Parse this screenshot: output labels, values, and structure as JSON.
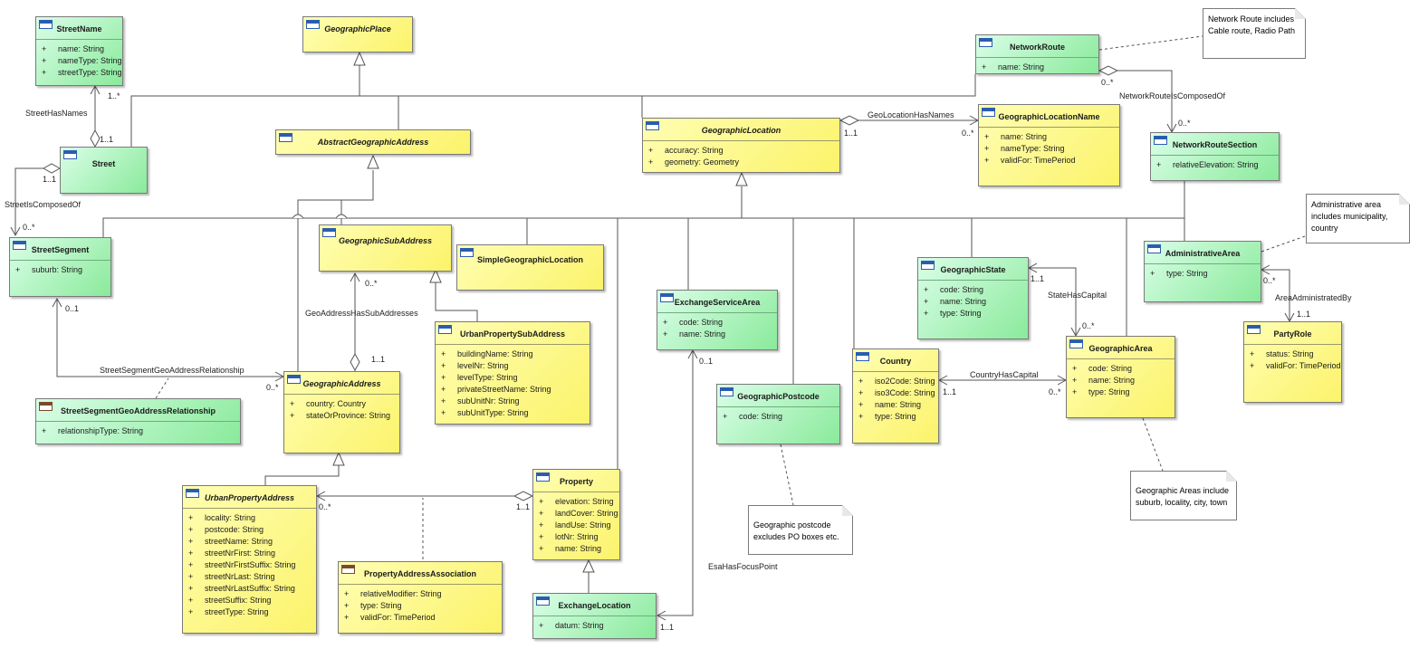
{
  "classes": {
    "streetname": {
      "name": "StreetName",
      "attrs": [
        {
          "vis": "+",
          "text": "name: String"
        },
        {
          "vis": "+",
          "text": "nameType: String"
        },
        {
          "vis": "+",
          "text": "streetType: String"
        }
      ]
    },
    "geographicplace": {
      "name": "GeographicPlace"
    },
    "networkroute": {
      "name": "NetworkRoute",
      "attrs": [
        {
          "vis": "+",
          "text": "name: String"
        }
      ]
    },
    "street": {
      "name": "Street"
    },
    "abstractgeoaddress": {
      "name": "AbstractGeographicAddress"
    },
    "geolocation": {
      "name": "GeographicLocation",
      "attrs": [
        {
          "vis": "+",
          "text": "accuracy: String"
        },
        {
          "vis": "+",
          "text": "geometry: Geometry"
        }
      ]
    },
    "geolocationname": {
      "name": "GeographicLocationName",
      "attrs": [
        {
          "vis": "+",
          "text": "name: String"
        },
        {
          "vis": "+",
          "text": "nameType: String"
        },
        {
          "vis": "+",
          "text": "validFor: TimePeriod"
        }
      ]
    },
    "networkroutesection": {
      "name": "NetworkRouteSection",
      "attrs": [
        {
          "vis": "+",
          "text": "relativeElevation: String"
        }
      ]
    },
    "streetsegment": {
      "name": "StreetSegment",
      "attrs": [
        {
          "vis": "+",
          "text": "suburb: String"
        }
      ]
    },
    "geosubaddress": {
      "name": "GeographicSubAddress"
    },
    "simplegeolocation": {
      "name": "SimpleGeographicLocation"
    },
    "exchangeservicearea": {
      "name": "ExchangeServiceArea",
      "attrs": [
        {
          "vis": "+",
          "text": "code: String"
        },
        {
          "vis": "+",
          "text": "name: String"
        }
      ]
    },
    "geostate": {
      "name": "GeographicState",
      "attrs": [
        {
          "vis": "+",
          "text": "code: String"
        },
        {
          "vis": "+",
          "text": "name: String"
        },
        {
          "vis": "+",
          "text": "type: String"
        }
      ]
    },
    "adminarea": {
      "name": "AdministrativeArea",
      "attrs": [
        {
          "vis": "+",
          "text": "type: String"
        }
      ]
    },
    "urbanpropsubaddress": {
      "name": "UrbanPropertySubAddress",
      "attrs": [
        {
          "vis": "+",
          "text": "buildingName: String"
        },
        {
          "vis": "+",
          "text": "levelNr: String"
        },
        {
          "vis": "+",
          "text": "levelType: String"
        },
        {
          "vis": "+",
          "text": "privateStreetName: String"
        },
        {
          "vis": "+",
          "text": "subUnitNr: String"
        },
        {
          "vis": "+",
          "text": "subUnitType: String"
        }
      ]
    },
    "geoaddress": {
      "name": "GeographicAddress",
      "attrs": [
        {
          "vis": "+",
          "text": "country: Country"
        },
        {
          "vis": "+",
          "text": "stateOrProvince: String"
        }
      ]
    },
    "ssgeoaddressrel": {
      "name": "StreetSegmentGeoAddressRelationship",
      "attrs": [
        {
          "vis": "+",
          "text": "relationshipType: String"
        }
      ]
    },
    "country": {
      "name": "Country",
      "attrs": [
        {
          "vis": "+",
          "text": "iso2Code: String"
        },
        {
          "vis": "+",
          "text": "iso3Code: String"
        },
        {
          "vis": "+",
          "text": "name: String"
        },
        {
          "vis": "+",
          "text": "type: String"
        }
      ]
    },
    "geoarea": {
      "name": "GeographicArea",
      "attrs": [
        {
          "vis": "+",
          "text": "code: String"
        },
        {
          "vis": "+",
          "text": "name: String"
        },
        {
          "vis": "+",
          "text": "type: String"
        }
      ]
    },
    "partyrole": {
      "name": "PartyRole",
      "attrs": [
        {
          "vis": "+",
          "text": "status: String"
        },
        {
          "vis": "+",
          "text": "validFor: TimePeriod"
        }
      ]
    },
    "geopostcode": {
      "name": "GeographicPostcode",
      "attrs": [
        {
          "vis": "+",
          "text": "code: String"
        }
      ]
    },
    "urbanpropaddress": {
      "name": "UrbanPropertyAddress",
      "attrs": [
        {
          "vis": "+",
          "text": "locality: String"
        },
        {
          "vis": "+",
          "text": "postcode: String"
        },
        {
          "vis": "+",
          "text": "streetName: String"
        },
        {
          "vis": "+",
          "text": "streetNrFirst: String"
        },
        {
          "vis": "+",
          "text": "streetNrFirstSuffix: String"
        },
        {
          "vis": "+",
          "text": "streetNrLast: String"
        },
        {
          "vis": "+",
          "text": "streetNrLastSuffix: String"
        },
        {
          "vis": "+",
          "text": "streetSuffix: String"
        },
        {
          "vis": "+",
          "text": "streetType: String"
        }
      ]
    },
    "property": {
      "name": "Property",
      "attrs": [
        {
          "vis": "+",
          "text": "elevation: String"
        },
        {
          "vis": "+",
          "text": "landCover: String"
        },
        {
          "vis": "+",
          "text": "landUse: String"
        },
        {
          "vis": "+",
          "text": "lotNr: String"
        },
        {
          "vis": "+",
          "text": "name: String"
        }
      ]
    },
    "propaddrassoc": {
      "name": "PropertyAddressAssociation",
      "attrs": [
        {
          "vis": "+",
          "text": "relativeModifier: String"
        },
        {
          "vis": "+",
          "text": "type: String"
        },
        {
          "vis": "+",
          "text": "validFor: TimePeriod"
        }
      ]
    },
    "exchangelocation": {
      "name": "ExchangeLocation",
      "attrs": [
        {
          "vis": "+",
          "text": "datum: String"
        }
      ]
    }
  },
  "notes": {
    "networkroute": [
      "Network Route includes",
      "Cable route, Radio Path"
    ],
    "adminarea": [
      "Administrative area",
      "includes municipality,",
      "country"
    ],
    "geoarea": [
      "Geographic Areas include",
      "suburb, locality, city, town"
    ],
    "postcode": [
      "Geographic postcode",
      "excludes PO boxes etc."
    ]
  },
  "labels": {
    "sn_mult": "1..*",
    "street_mult_top": "1..1",
    "street_has_names": "StreetHasNames",
    "street_mult_left": "1..1",
    "street_is_composed_of": "StreetIsComposedOf",
    "segment_mult_top": "0..*",
    "segment_mult_bottom": "0..1",
    "geoloc_mult": "1..1",
    "geoloc_has_names": "GeoLocationHasNames",
    "geolocname_mult": "0..*",
    "nr_mult": "0..*",
    "nr_is_composed_of": "NetworkRouteIsComposedOf",
    "nrs_mult": "0..*",
    "subaddr_mult": "0..*",
    "geo_addr_has_subs": "GeoAddressHasSubAddresses",
    "geoaddr_mult_top": "1..1",
    "ss_geoaddr_rel": "StreetSegmentGeoAddressRelationship",
    "geoaddr_mult_left": "0..*",
    "state_mult": "1..1",
    "state_has_capital": "StateHasCapital",
    "area_mult_top": "0..*",
    "admin_mult": "0..*",
    "area_administrated_by": "AreaAdministratedBy",
    "party_mult": "1..1",
    "esa_mult": "0..1",
    "country_mult": "1..1",
    "country_has_capital": "CountryHasCapital",
    "area_mult_left": "0..*",
    "upa_mult": "0..*",
    "prop_mult": "1..1",
    "esa_has_focus_point": "EsaHasFocusPoint",
    "exloc_mult": "1..1"
  }
}
